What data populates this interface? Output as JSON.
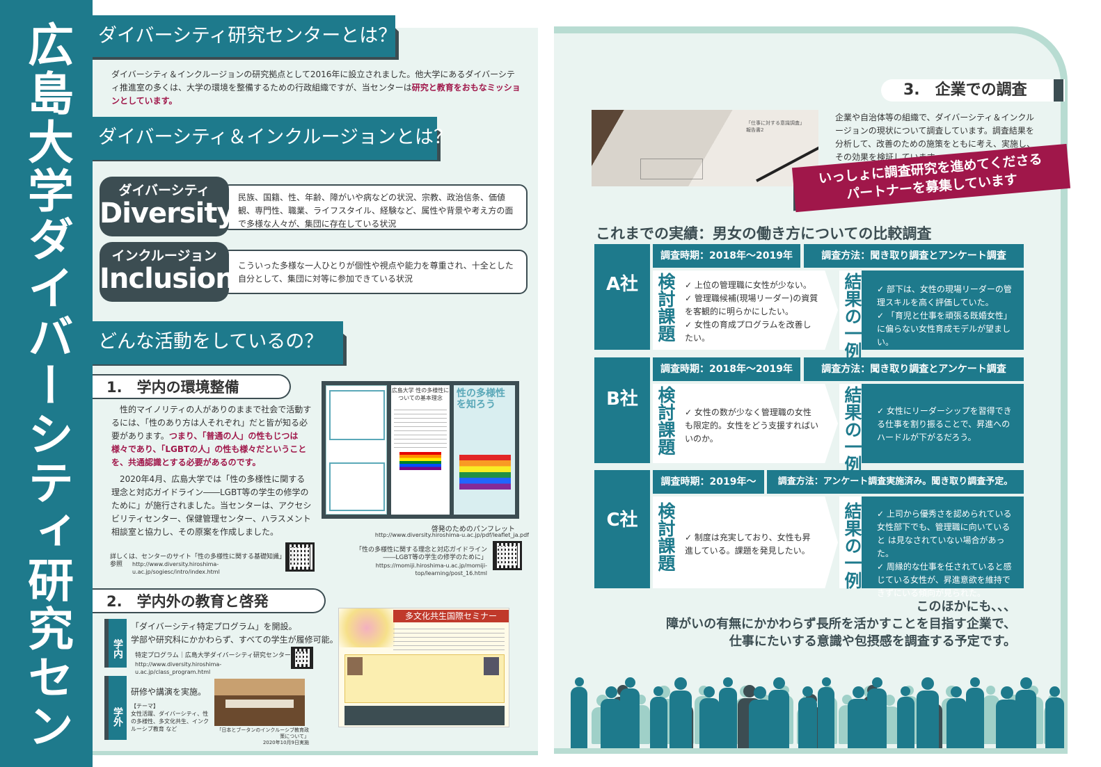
{
  "vertical_title": "広島大学ダイバーシティ研究センター",
  "left": {
    "what_is_center": {
      "heading": "ダイバーシティ研究センターとは？",
      "text_before": "ダイバーシティ＆インクルージョンの研究拠点として2016年に設立されました。他大学にあるダイバーシティ推進室の多くは、大学の環境を整備するための行政組織ですが、当センターは",
      "text_highlight": "研究と教育をおもなミッションとしています。"
    },
    "di_heading": "ダイバーシティ＆インクルージョンとは？",
    "diversity": {
      "jp": "ダイバーシティ",
      "en": "Diversity",
      "desc": "民族、国籍、性、年齢、障がいや病などの状況、宗教、政治信条、価値観、専門性、職業、ライフスタイル、経験など、属性や背景や考え方の面で多様な人々が、集団に存在している状況"
    },
    "inclusion": {
      "jp": "インクルージョン",
      "en": "Inclusion",
      "desc": "こういった多様な一人ひとりが個性や視点や能力を尊重され、十全とした自分として、集団に対等に参加できている状況"
    },
    "activities_heading": "どんな活動をしているの？",
    "section1": {
      "heading": "1.　学内の環境整備",
      "p1_before": "性的マイノリティの人がありのままで社会で活動するには、「性のあり方は人それぞれ」だと皆が知る必要があります。",
      "p1_highlight": "つまり、「普通の人」の性もじつは様々であり、「LGBTの人」の性も様々だということを、共通認識とする必要があるのです。",
      "p2": "2020年4月、広島大学では「性の多様性に関する理念と対応ガイドライン――LGBT等の学生の修学のために」が施行されました。当センターは、アクセシビリティセンター、保健管理センター、ハラスメント相談室と協力し、その原案を作成しました。",
      "pamphlet_caption": "啓発のためのパンフレット",
      "pamphlet_url": "http://www.diversity.hiroshima-u.ac.jp/pdf/leaflet_ja.pdf",
      "site_label": "詳しくは、センターのサイト「性の多様性に関する基礎知識」参照",
      "site_url": "http://www.diversity.hiroshima-u.ac.jp/sogiesc/intro/index.html",
      "guideline_label": "「性の多様性に関する理念と対応ガイドライン――LGBT等の学生の修学のために」",
      "guideline_url": "https://momiji.hiroshima-u.ac.jp/momiji-top/learning/post_16.html",
      "leaflet_title": "広島大学 性の多様性についての基本理念",
      "leaflet_cover": "性の多様性を知ろう"
    },
    "section2": {
      "heading": "2.　学内外の教育と啓発",
      "inside_tag": "学内",
      "inside_l1": "「ダイバーシティ特定プログラム」を開設。",
      "inside_l2": "学部や研究科にかかわらず、すべての学生が履修可能。",
      "inside_l3": "特定プログラム｜広島大学ダイバーシティ研究センター",
      "inside_url": "http://www.diversity.hiroshima-u.ac.jp/class_program.html",
      "outside_tag": "学外",
      "outside_l1": "研修や講演を実施。",
      "outside_theme": "【テーマ】",
      "outside_theme_items": "女性活躍、ダイバーシティ、性の多様性、多文化共生、インクルーシブ教育 など",
      "seminar_title": "多文化共生国際セミナー",
      "photo_caption1": "「日本とブータンのインクルーシブ教育政策について」",
      "photo_caption2": "2020年10月9日実施"
    }
  },
  "right": {
    "section3_heading": "3.　企業での調査",
    "intro": "企業や自治体等の組織で、ダイバーシティ＆インクルージョンの現状について調査しています。調査結果を分析して、改善のための施策をともに考え、実施し、その効果を検証しています。",
    "banner_l1": "いっしょに調査研究を進めてくださる",
    "banner_l2": "パートナーを募集しています",
    "results_heading": "これまでの実績：男女の働き方についての比較調査",
    "issues_label": "検討課題",
    "results_label": "結果の一例",
    "companies": [
      {
        "name": "A社",
        "period": "調査時期：2018年〜2019年",
        "method": "調査方法：聞き取り調査とアンケート調査",
        "issues": [
          "上位の管理職に女性が少ない。",
          "管理職候補(現場リーダー)の資質を客観的に明らかにしたい。",
          "女性の育成プログラムを改善したい。"
        ],
        "results": [
          "部下は、女性の現場リーダーの管理スキルを高く評価していた。",
          "「育児と仕事を頑張る既婚女性」に偏らない女性育成モデルが望ましい。"
        ]
      },
      {
        "name": "B社",
        "period": "調査時期：2018年〜2019年",
        "method": "調査方法：聞き取り調査とアンケート調査",
        "issues": [
          "女性の数が少なく管理職の女性も限定的。女性をどう支援すればいいのか。"
        ],
        "results": [
          "女性にリーダーシップを習得できる仕事を割り振ることで、昇進へのハードルが下がるだろう。"
        ]
      },
      {
        "name": "C社",
        "period": "調査時期：2019年〜",
        "method": "調査方法：アンケート調査実施済み。聞き取り調査予定。",
        "issues": [
          "制度は充実しており、女性も昇進している。課題を発見したい。"
        ],
        "results": [
          "上司から優秀さを認められている女性部下でも、管理職に向いていると は見なされていない場合があった。",
          "周縁的な仕事を任されていると感じている女性が、昇進意欲を維持できずにいる傾向が見られた。"
        ]
      }
    ],
    "closing_l1": "このほかにも、、、",
    "closing_l2": "障がいの有無にかかわらず長所を活かすことを目指す企業で、",
    "closing_l3": "仕事にたいする意識や包摂感を調査する予定です。",
    "doc_title": "「仕事に対する意識調査」報告書2"
  },
  "colors": {
    "teal": "#1e7a8c",
    "dark": "#3c4d52",
    "mint": "#eaf4f1",
    "magenta": "#a0174a"
  }
}
